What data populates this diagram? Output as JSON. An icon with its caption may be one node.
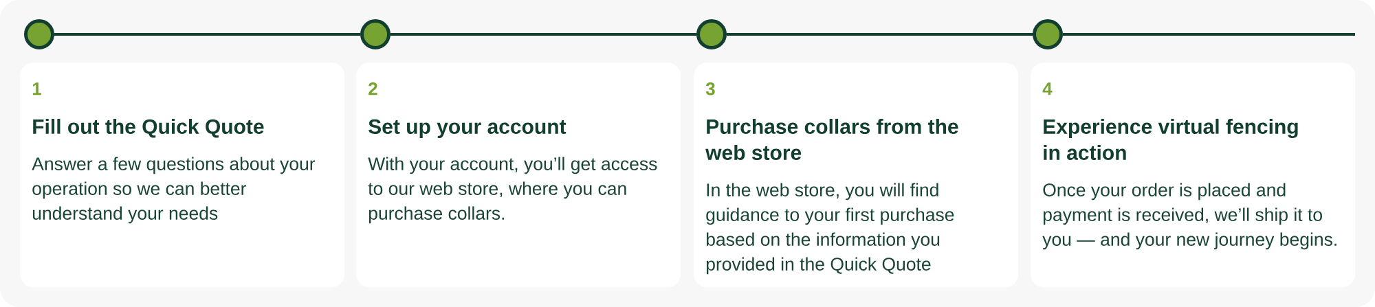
{
  "diagram": {
    "nodes": [
      {
        "text": [],
        "shape": "circle"
      },
      {
        "text": [],
        "shape": "circle"
      },
      {
        "text": [],
        "shape": "circle"
      },
      {
        "text": [],
        "shape": "circle"
      },
      {
        "text": [
          "1",
          "Fill out the Quick Quote",
          "Answer a few questions about your operation so we can better understand your needs"
        ]
      },
      {
        "text": [
          "2",
          "Set up your account",
          "With your account, you’ll get access to our web store, where you can purchase collars."
        ]
      },
      {
        "text": [
          "3",
          "Purchase collars from the web store",
          "In the web store, you will find guidance to your first purchase based on the information you provided in the Quick Quote"
        ]
      },
      {
        "text": [
          "4",
          "Experience virtual fencing in action",
          "Once your order is placed and payment is received, we’ll ship it to you — and your new journey begins."
        ]
      }
    ],
    "edges": [
      {
        "from": 0,
        "to": 1,
        "arrow": "none"
      },
      {
        "from": 1,
        "to": 2,
        "arrow": "none"
      },
      {
        "from": 2,
        "to": 3,
        "arrow": "none"
      },
      {
        "from": 3,
        "to": null,
        "arrow": "none"
      }
    ]
  }
}
